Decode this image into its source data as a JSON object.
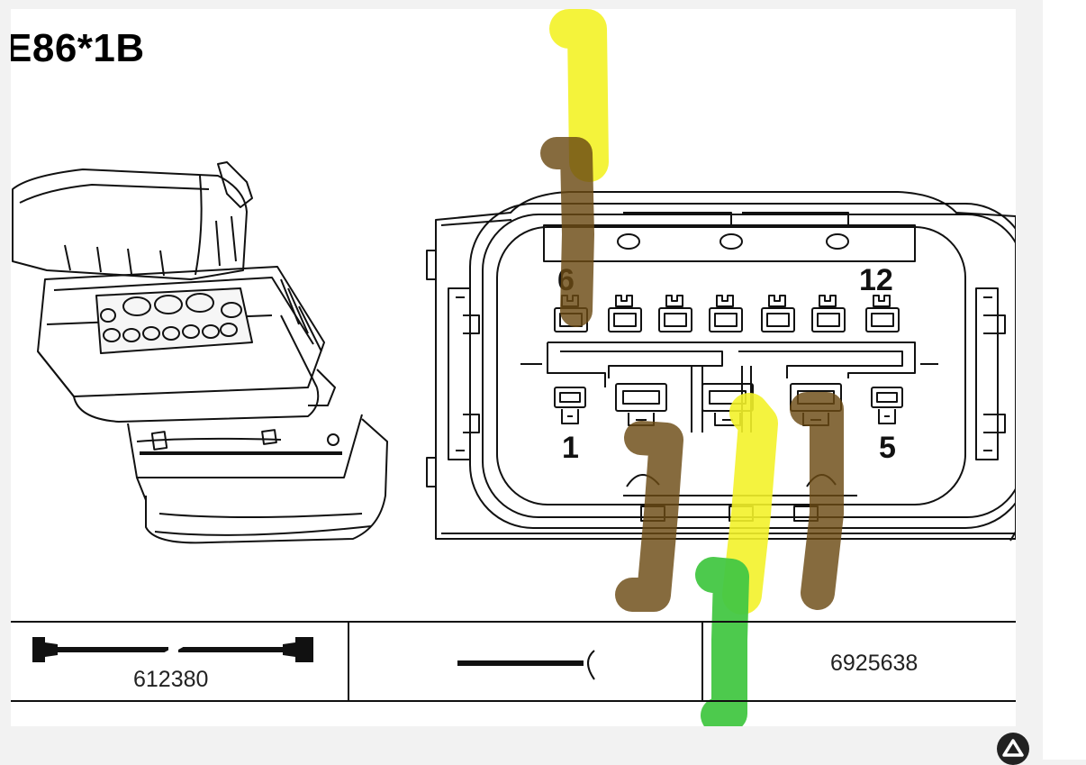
{
  "diagram": {
    "title": "E86*1B",
    "pin_labels": {
      "top_left": "6",
      "top_right": "12",
      "bottom_left": "1",
      "bottom_right": "5"
    },
    "table": {
      "left_part_number": "612380",
      "right_part_number": "6925638"
    },
    "wire_colors": {
      "yellow": "#f3f22a",
      "brown": "#6b4a14",
      "green": "#43c743"
    }
  },
  "controls": {
    "scroll_up_icon": "chevron-up-icon"
  }
}
